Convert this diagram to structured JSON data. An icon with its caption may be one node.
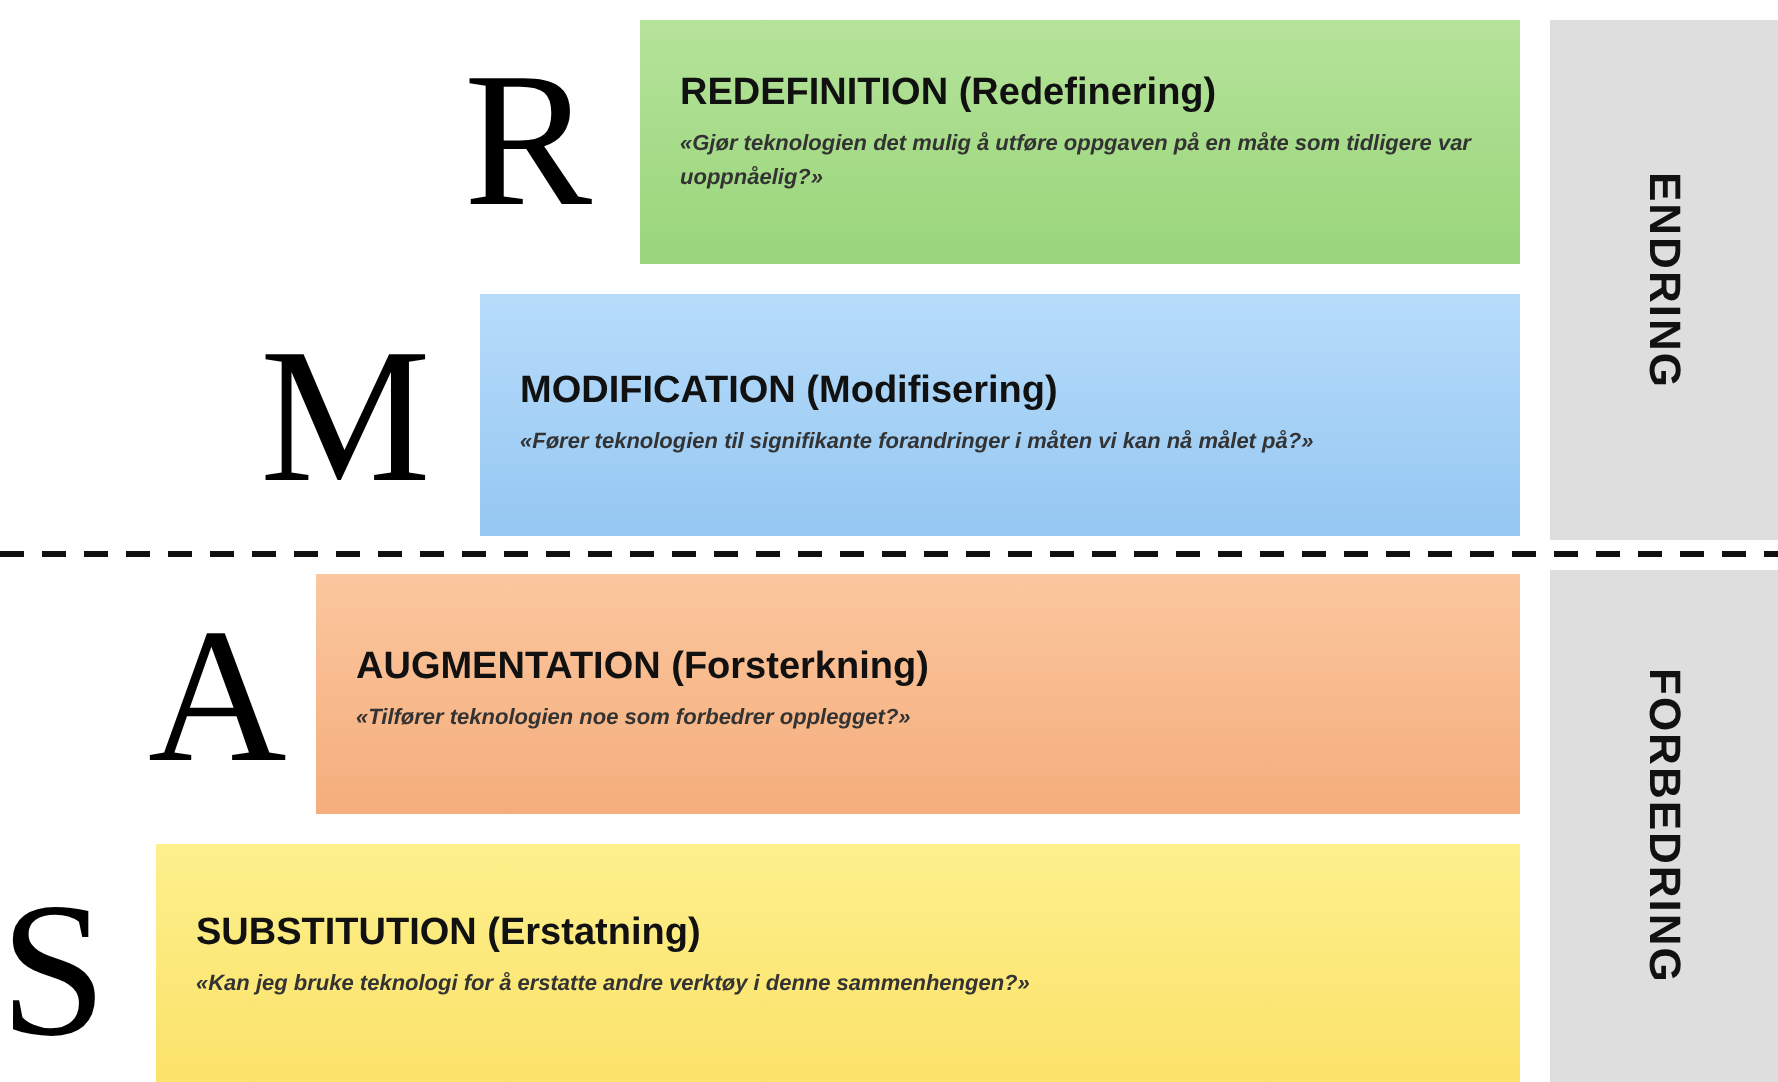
{
  "diagram": {
    "nodes": [
      {
        "text": [
          "REDEFINITION (Redefinering)",
          "«Gjør teknologien det mulig å utføre oppgaven på en måte som tidligere var uoppnåelig?»"
        ],
        "beside": [
          "R"
        ]
      },
      {
        "text": [
          "MODIFICATION (Modifisering)",
          "«Fører teknologien til signifikante forandringer i måten vi kan nå målet på?»"
        ],
        "beside": [
          "M"
        ]
      },
      {
        "text": [
          "AUGMENTATION (Forsterkning)",
          "«Tilfører teknologien noe som forbedrer opplegget?»"
        ],
        "beside": [
          "A"
        ]
      },
      {
        "text": [
          "SUBSTITUTION (Erstatning)",
          "«Kan jeg bruke teknologi for å erstatte andre verktøy i denne sammenhengen?»"
        ],
        "beside": [
          "S"
        ]
      },
      {
        "text": [
          "ENDRING"
        ]
      },
      {
        "text": [
          "FORBEDRING"
        ]
      }
    ],
    "edges": []
  }
}
